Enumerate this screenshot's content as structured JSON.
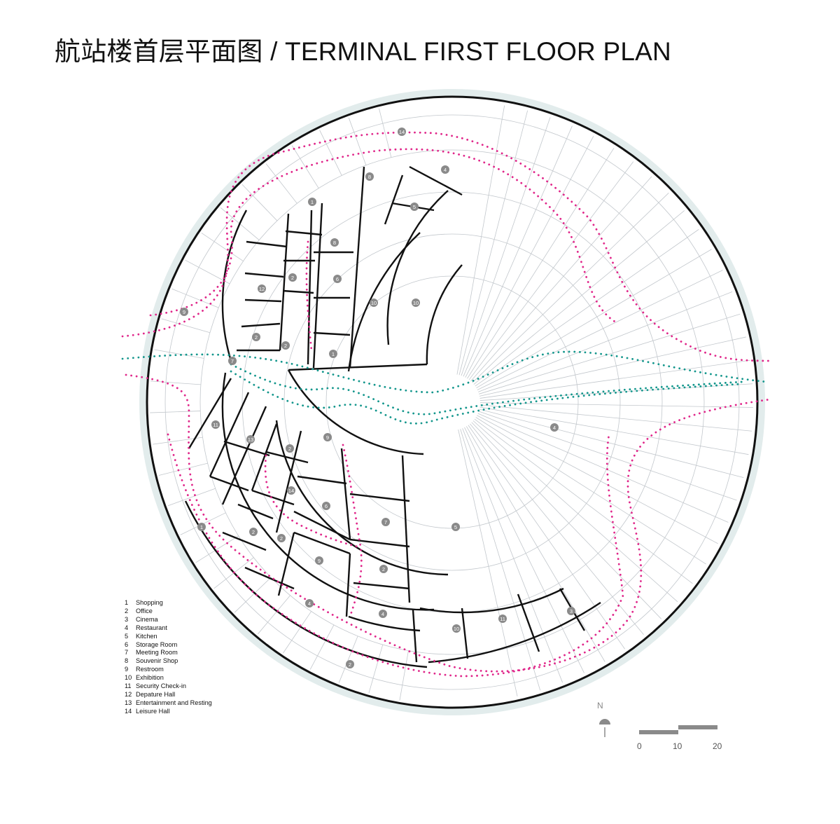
{
  "title": "航站楼首层平面图 / TERMINAL FIRST FLOOR PLAN",
  "legend": [
    {
      "num": "1",
      "label": "Shopping"
    },
    {
      "num": "2",
      "label": "Office"
    },
    {
      "num": "3",
      "label": "Cinema"
    },
    {
      "num": "4",
      "label": "Restaurant"
    },
    {
      "num": "5",
      "label": "Kitchen"
    },
    {
      "num": "6",
      "label": "Storage Room"
    },
    {
      "num": "7",
      "label": "Meeting Room"
    },
    {
      "num": "8",
      "label": "Souvenir Shop"
    },
    {
      "num": "9",
      "label": "Restroom"
    },
    {
      "num": "10",
      "label": "Exhibition"
    },
    {
      "num": "11",
      "label": "Security Check-in"
    },
    {
      "num": "12",
      "label": "Depature Hall"
    },
    {
      "num": "13",
      "label": "Entertainment and Resting"
    },
    {
      "num": "14",
      "label": "Leisure Hall"
    }
  ],
  "room_tags": [
    "14",
    "4",
    "8",
    "5",
    "1",
    "2",
    "9",
    "10",
    "10",
    "12",
    "8",
    "6",
    "2",
    "2",
    "1",
    "7",
    "4",
    "11",
    "13",
    "9",
    "2",
    "6",
    "7",
    "2",
    "2",
    "2",
    "9",
    "4",
    "5",
    "4",
    "10",
    "11",
    "3",
    "2",
    "1",
    "14"
  ],
  "north_label": "N",
  "scale": {
    "labels": [
      "0",
      "10",
      "20"
    ]
  },
  "colors": {
    "outer_ring": "#e2ecec",
    "wall": "#111111",
    "grid": "#b9bec4",
    "magenta_path": "#e0268a",
    "teal_path": "#13968c",
    "tag_fill": "#8a8a8a"
  }
}
